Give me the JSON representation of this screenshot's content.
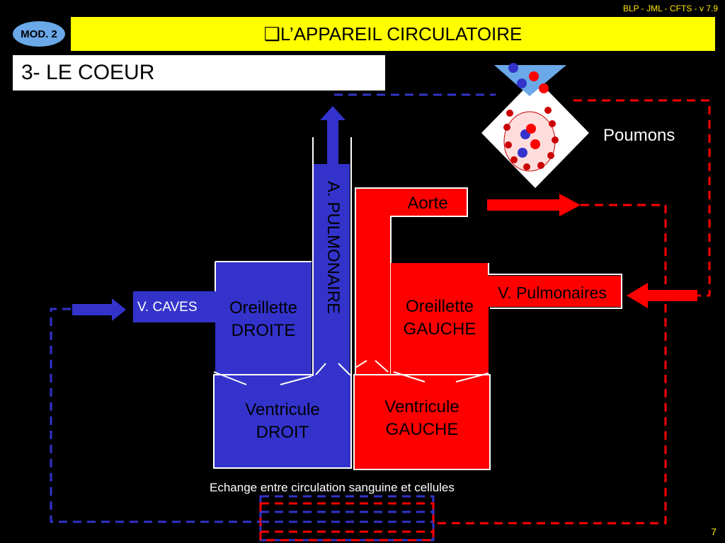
{
  "header": {
    "ref": "BLP - JML - CFTS - v 7.9"
  },
  "module_badge": "MOD. 2",
  "title": "❑L’APPAREIL CIRCULATOIRE",
  "subtitle": "3- LE COEUR",
  "labels": {
    "poumons": "Poumons",
    "aorte": "Aorte",
    "a_pulmonaire": "A. PULMONAIRE",
    "v_pulmonaires": "V. Pulmonaires",
    "v_caves": "V. CAVES",
    "oreillette_droite": [
      "Oreillette",
      "DROITE"
    ],
    "oreillette_gauche": [
      "Oreillette",
      "GAUCHE"
    ],
    "ventricule_droit": [
      "Ventricule",
      "DROIT"
    ],
    "ventricule_gauche": [
      "Ventricule",
      "GAUCHE"
    ],
    "echange": "Echange entre circulation sanguine et cellules"
  },
  "page_number": "7",
  "colors": {
    "blue": "#3333cc",
    "red": "#ff0000",
    "yellow": "#ffff00",
    "badge": "#6aa8e8"
  }
}
